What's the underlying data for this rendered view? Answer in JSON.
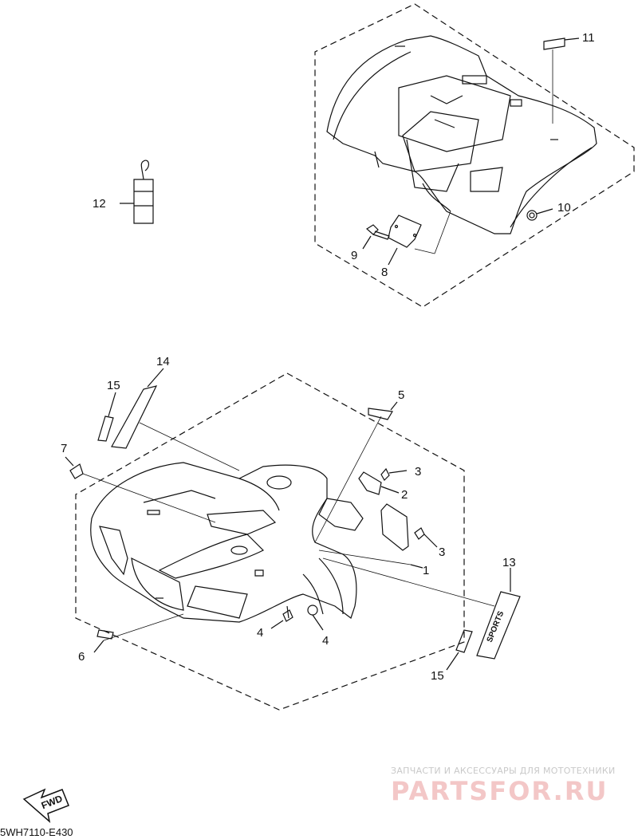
{
  "diagram": {
    "callouts": {
      "c1": "1",
      "c2": "2",
      "c3a": "3",
      "c3b": "3",
      "c4a": "4",
      "c4b": "4",
      "c5": "5",
      "c6": "6",
      "c7": "7",
      "c8": "8",
      "c9": "9",
      "c10": "10",
      "c11": "11",
      "c12": "12",
      "c13": "13",
      "c14": "14",
      "c15a": "15",
      "c15b": "15"
    },
    "fwd_label": "FWD",
    "diagram_code": "5WH7110-E430"
  },
  "watermark": {
    "tagline": "ЗАПЧАСТИ И АКСЕССУАРЫ ДЛЯ МОТОТЕХНИКИ",
    "brand": "PARTSFOR.RU"
  },
  "colors": {
    "line": "#111111",
    "watermark": "#f3c7c7"
  }
}
